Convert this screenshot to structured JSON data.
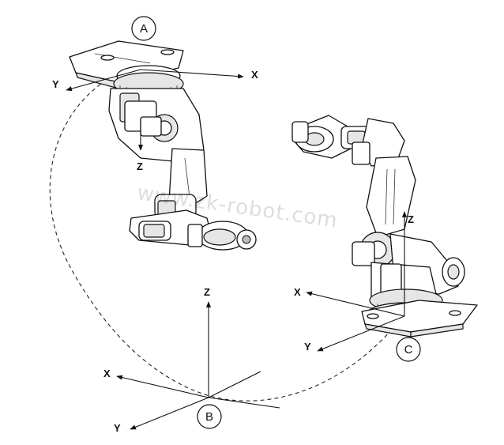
{
  "frames": {
    "A": {
      "marker": "A",
      "axes": {
        "x": "X",
        "y": "Y",
        "z": "Z"
      }
    },
    "B": {
      "marker": "B",
      "axes": {
        "x": "X",
        "y": "Y",
        "z": "Z"
      }
    },
    "C": {
      "marker": "C",
      "axes": {
        "x": "X",
        "y": "Y",
        "z": "Z"
      }
    }
  },
  "watermark": "www.zk-robot.com",
  "icons": {
    "robot_a": "industrial-robot-arm-inverted",
    "robot_c": "industrial-robot-arm-upright"
  },
  "colors": {
    "ink": "#111111",
    "background": "#ffffff"
  }
}
